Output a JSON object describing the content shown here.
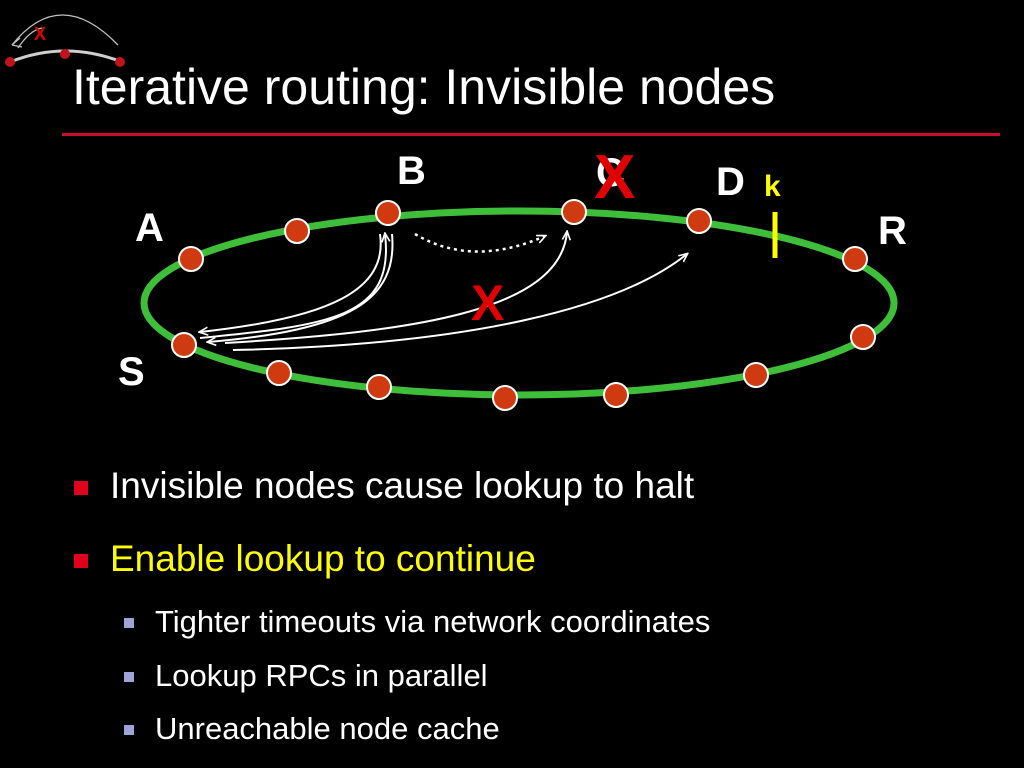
{
  "slide": {
    "title": "Iterative routing: Invisible nodes",
    "logo_mark": "X"
  },
  "diagram": {
    "node_labels": {
      "A": "A",
      "B": "B",
      "C": "C",
      "D": "D",
      "R": "R",
      "S": "S",
      "key": "k"
    },
    "failure_marks": {
      "on_c": "X",
      "on_path": "X"
    },
    "colors": {
      "ring": "#3fbe3a",
      "node": "#d03a10",
      "failure": "#e00000",
      "key": "#ffff00",
      "title_rule": "#c8102e"
    }
  },
  "bullets": [
    {
      "text": "Invisible nodes cause lookup to halt",
      "color": "#ffffff",
      "level": 1
    },
    {
      "text": "Enable lookup to continue",
      "color": "#ffff00",
      "level": 1
    },
    {
      "text": "Tighter timeouts via network coordinates",
      "color": "#ffffff",
      "level": 2
    },
    {
      "text": "Lookup RPCs in parallel",
      "color": "#ffffff",
      "level": 2
    },
    {
      "text": "Unreachable node cache",
      "color": "#ffffff",
      "level": 2
    }
  ]
}
